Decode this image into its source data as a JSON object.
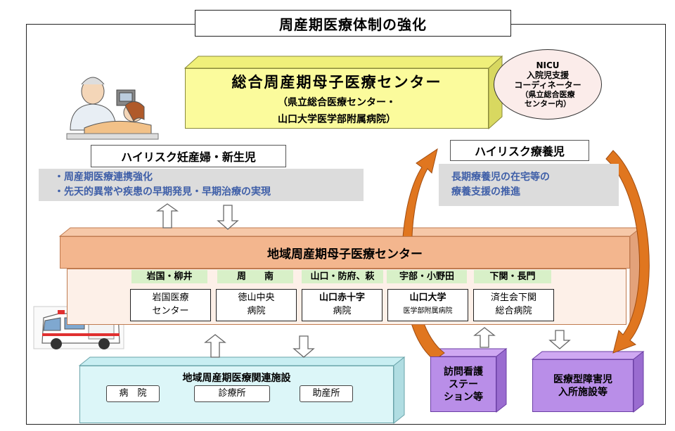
{
  "title": "周産期医療体制の強化",
  "main_center": {
    "name": "総合周産期母子医療センター",
    "line2": "（県立総合医療センター・",
    "line3": "山口大学医学部附属病院）"
  },
  "nicu": {
    "line1": "NICU",
    "line2": "入院児支援",
    "line3": "コーディネーター",
    "line4": "（県立総合医療",
    "line5": "センター内）"
  },
  "high_risk_mother": {
    "label": "ハイリスク妊産婦・新生児",
    "notes": [
      "・周産期医療連携強化",
      "・先天的異常や疾患の早期発見・早期治療の実現"
    ]
  },
  "high_risk_child": {
    "label": "ハイリスク療養児",
    "notes": [
      "長期療養児の在宅等の",
      "療養支援の推進"
    ]
  },
  "regional_center": {
    "name": "地域周産期母子医療センター",
    "areas": [
      "岩国・柳井",
      "周　　南",
      "山口・防府、萩",
      "宇部・小野田",
      "下関・長門"
    ],
    "hospitals": [
      {
        "line1": "岩国医療",
        "line2": "センター"
      },
      {
        "line1": "徳山中央",
        "line2": "病院"
      },
      {
        "line1": "山口赤十字",
        "line2": "病院"
      },
      {
        "line1": "山口大学",
        "line2": "医学部附属病院"
      },
      {
        "line1": "済生会下関",
        "line2": "総合病院"
      }
    ]
  },
  "related_facilities": {
    "title": "地域周産期医療関連施設",
    "items": [
      "病　院",
      "診療所",
      "助産所"
    ]
  },
  "visiting_nurse": {
    "line1": "訪問看護",
    "line2": "ステー",
    "line3": "ション等"
  },
  "disabled_facility": {
    "line1": "医療型障害児",
    "line2": "入所施設等"
  },
  "colors": {
    "main_center": "#fbfb9c",
    "regional_center": "#f3b68e",
    "related_facilities": "#dcf6f8",
    "purple_boxes": "#b98ee8",
    "curved_arrows": "#e0761f",
    "note_text": "#3f5fa8"
  },
  "icons": [
    "doctor-patient-illustration",
    "ambulance-illustration"
  ]
}
